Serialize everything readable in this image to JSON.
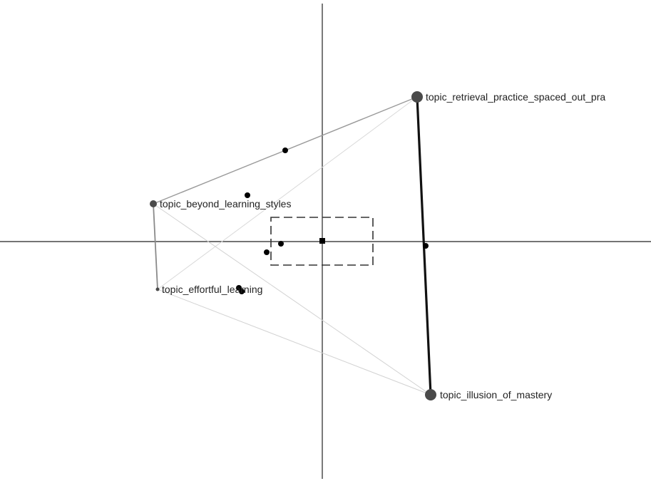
{
  "graph": {
    "nodes": [
      {
        "id": "retrieval",
        "label": "topic_retrieval_practice_spaced_out_pra"
      },
      {
        "id": "beyond",
        "label": "topic_beyond_learning_styles"
      },
      {
        "id": "effortful",
        "label": "topic_effortful_learning"
      },
      {
        "id": "mastery",
        "label": "topic_illusion_of_mastery"
      }
    ],
    "edges": [
      {
        "from": "retrieval",
        "to": "mastery",
        "weight": "strong"
      },
      {
        "from": "beyond",
        "to": "retrieval",
        "weight": "medium"
      },
      {
        "from": "beyond",
        "to": "effortful",
        "weight": "medium"
      },
      {
        "from": "effortful",
        "to": "retrieval",
        "weight": "faint"
      },
      {
        "from": "beyond",
        "to": "mastery",
        "weight": "faint"
      },
      {
        "from": "effortful",
        "to": "mastery",
        "weight": "faint"
      }
    ],
    "colors": {
      "axis": "#222222",
      "node": "#4a4a4a",
      "edge_strong": "#111111",
      "edge_medium": "#999999",
      "edge_faint": "#d2d2d2",
      "marker": "#000000",
      "selection_box": "#333333"
    }
  }
}
